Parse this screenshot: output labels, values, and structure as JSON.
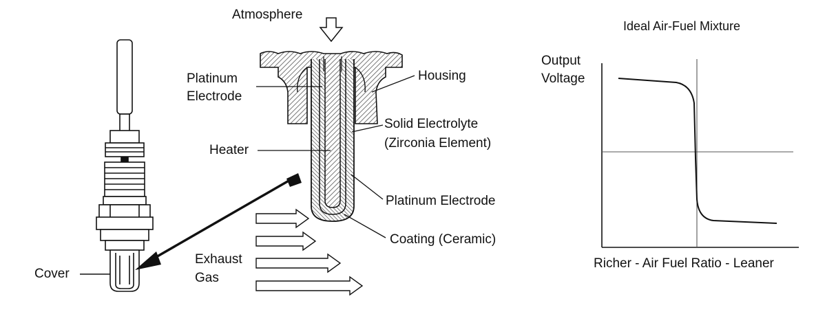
{
  "diagram": {
    "labels": {
      "atmosphere": "Atmosphere",
      "platinum_electrode_top_1": "Platinum",
      "platinum_electrode_top_2": "Electrode",
      "housing": "Housing",
      "solid_electrolyte_1": "Solid Electrolyte",
      "solid_electrolyte_2": "(Zirconia Element)",
      "heater": "Heater",
      "platinum_electrode_bottom": "Platinum Electrode",
      "coating": "Coating (Ceramic)",
      "exhaust_1": "Exhaust",
      "exhaust_2": "Gas",
      "cover": "Cover"
    }
  },
  "graph": {
    "title": "Ideal Air-Fuel Mixture",
    "ylabel_1": "Output",
    "ylabel_2": "Voltage",
    "xlabel": "Richer - Air Fuel Ratio - Leaner"
  },
  "colors": {
    "ink": "#111111",
    "hatch": "#555555"
  }
}
